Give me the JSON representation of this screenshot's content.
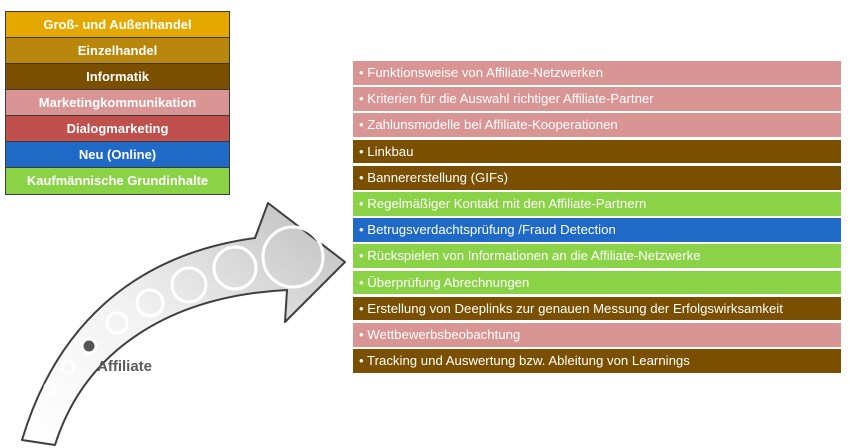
{
  "colors": {
    "gold": "#e5a800",
    "ochre": "#b8860b",
    "brown": "#7a5000",
    "pink": "#d99594",
    "red": "#c0504d",
    "blue": "#1f6ac6",
    "green": "#8bd346"
  },
  "legend": [
    {
      "label": "Groß- und Außenhandel",
      "color": "#e5a800"
    },
    {
      "label": "Einzelhandel",
      "color": "#b8860b"
    },
    {
      "label": "Informatik",
      "color": "#7a5000"
    },
    {
      "label": "Marketingkommunikation",
      "color": "#d99594"
    },
    {
      "label": "Dialogmarketing",
      "color": "#c0504d"
    },
    {
      "label": "Neu (Online)",
      "color": "#1f6ac6"
    },
    {
      "label": "Kaufmännische Grundinhalte",
      "color": "#8bd346"
    }
  ],
  "arrow": {
    "label": "Affiliate"
  },
  "tasks": [
    {
      "text": "• Funktionsweise von Affiliate-Netzwerken",
      "color": "#d99594"
    },
    {
      "text": "• Kriterien für die Auswahl richtiger Affiliate-Partner",
      "color": "#d99594"
    },
    {
      "text": "• Zahlunsmodelle bei Affiliate-Kooperationen",
      "color": "#d99594"
    },
    {
      "text": "• Linkbau",
      "color": "#7a5000"
    },
    {
      "text": "• Bannererstellung (GIFs)",
      "color": "#7a5000"
    },
    {
      "text": "• Regelmäßiger Kontakt mit den Affiliate-Partnern",
      "color": "#8bd346"
    },
    {
      "text": "• Betrugsverdachtsprüfung /Fraud Detection",
      "color": "#1f6ac6"
    },
    {
      "text": "• Rückspielen von Informationen an die Affiliate-Netzwerke",
      "color": "#8bd346"
    },
    {
      "text": "• Überprüfung Abrechnungen",
      "color": "#8bd346"
    },
    {
      "text": "• Erstellung von Deeplinks zur genauen Messung der Erfolgswirksamkeit",
      "color": "#7a5000"
    },
    {
      "text": "• Wettbewerbsbeobachtung",
      "color": "#d99594"
    },
    {
      "text": "• Tracking und Auswertung bzw. Ableitung von Learnings",
      "color": "#7a5000"
    }
  ]
}
